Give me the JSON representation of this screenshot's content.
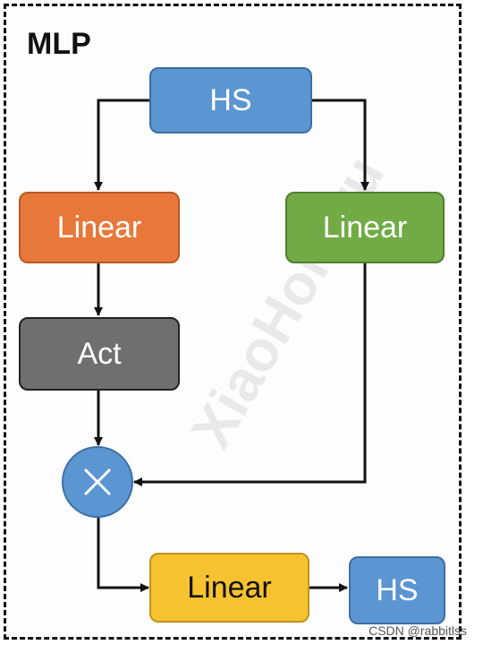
{
  "diagram": {
    "title": "MLP",
    "nodes": {
      "hs_top": "HS",
      "linear_left": "Linear",
      "linear_right": "Linear",
      "act": "Act",
      "multiply_symbol": "×",
      "linear_bottom": "Linear",
      "hs_bottom": "HS"
    },
    "edges": [
      [
        "HS",
        "Linear (left)"
      ],
      [
        "HS",
        "Linear (right)"
      ],
      [
        "Linear (left)",
        "Act"
      ],
      [
        "Act",
        "×"
      ],
      [
        "Linear (right)",
        "×"
      ],
      [
        "×",
        "Linear (bottom)"
      ],
      [
        "Linear (bottom)",
        "HS (bottom)"
      ]
    ]
  },
  "watermark": {
    "text": "XiaoHongru"
  },
  "credit": {
    "text": "CSDN @rabbitlss"
  },
  "colors": {
    "hs_blue": "#5b96d3",
    "linear_orange": "#e8783a",
    "linear_green": "#72ab46",
    "act_gray": "#6f6f6f",
    "linear_yellow": "#f6c230",
    "line": "#111111"
  }
}
